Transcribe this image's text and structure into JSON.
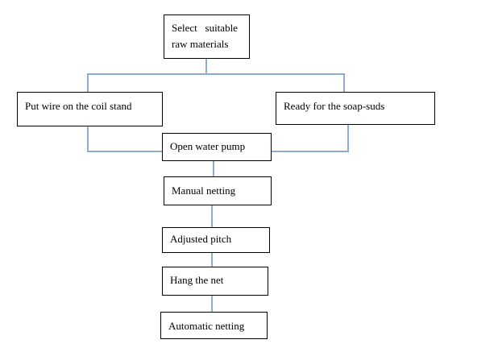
{
  "nodes": {
    "select": "Select   suitable\nraw materials",
    "wire": "Put wire on the coil stand",
    "soap": "Ready for the soap-suds",
    "pump": "Open water pump",
    "manual": "Manual netting",
    "pitch": "Adjusted pitch",
    "hang": "Hang the net",
    "auto": "Automatic netting"
  },
  "colors": {
    "connector": "#8eaacf",
    "border": "#000000"
  }
}
